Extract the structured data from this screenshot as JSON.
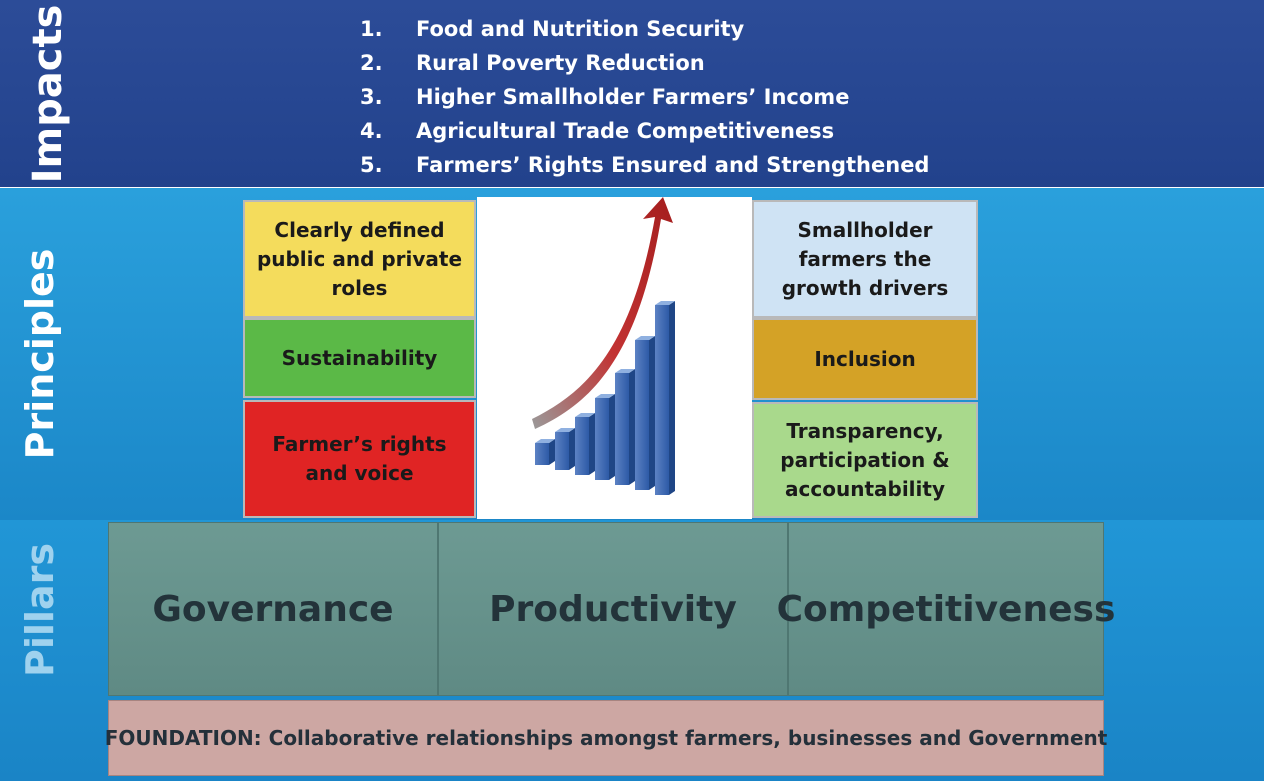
{
  "impacts": {
    "title": "Impacts",
    "items": [
      {
        "num": "1.",
        "text": "Food  and Nutrition Security"
      },
      {
        "num": "2.",
        "text": "Rural Poverty Reduction"
      },
      {
        "num": "3.",
        "text": "Higher Smallholder Farmers’ Income"
      },
      {
        "num": "4.",
        "text": "Agricultural  Trade Competitiveness"
      },
      {
        "num": "5.",
        "text": "Farmers’ Rights Ensured and Strengthened"
      }
    ]
  },
  "principles": {
    "title": "Principles",
    "left": [
      {
        "text": "Clearly defined public and private roles",
        "color": "#f4dc5c"
      },
      {
        "text": "Sustainability",
        "color": "#5bb947"
      },
      {
        "text": "Farmer’s rights and voice",
        "color": "#e02424"
      }
    ],
    "right": [
      {
        "text": "Smallholder farmers the growth drivers",
        "color": "#cfe3f4"
      },
      {
        "text": "Inclusion",
        "color": "#d4a226"
      },
      {
        "text": "Transparency, participation & accountability",
        "color": "#a9d98c"
      }
    ],
    "center_graphic": "growth-chart-icon"
  },
  "pillars": {
    "title": "Pillars",
    "items": [
      "Governance",
      "Productivity",
      "Competitiveness"
    ],
    "foundation": "FOUNDATION: Collaborative relationships amongst farmers, businesses and Government"
  }
}
